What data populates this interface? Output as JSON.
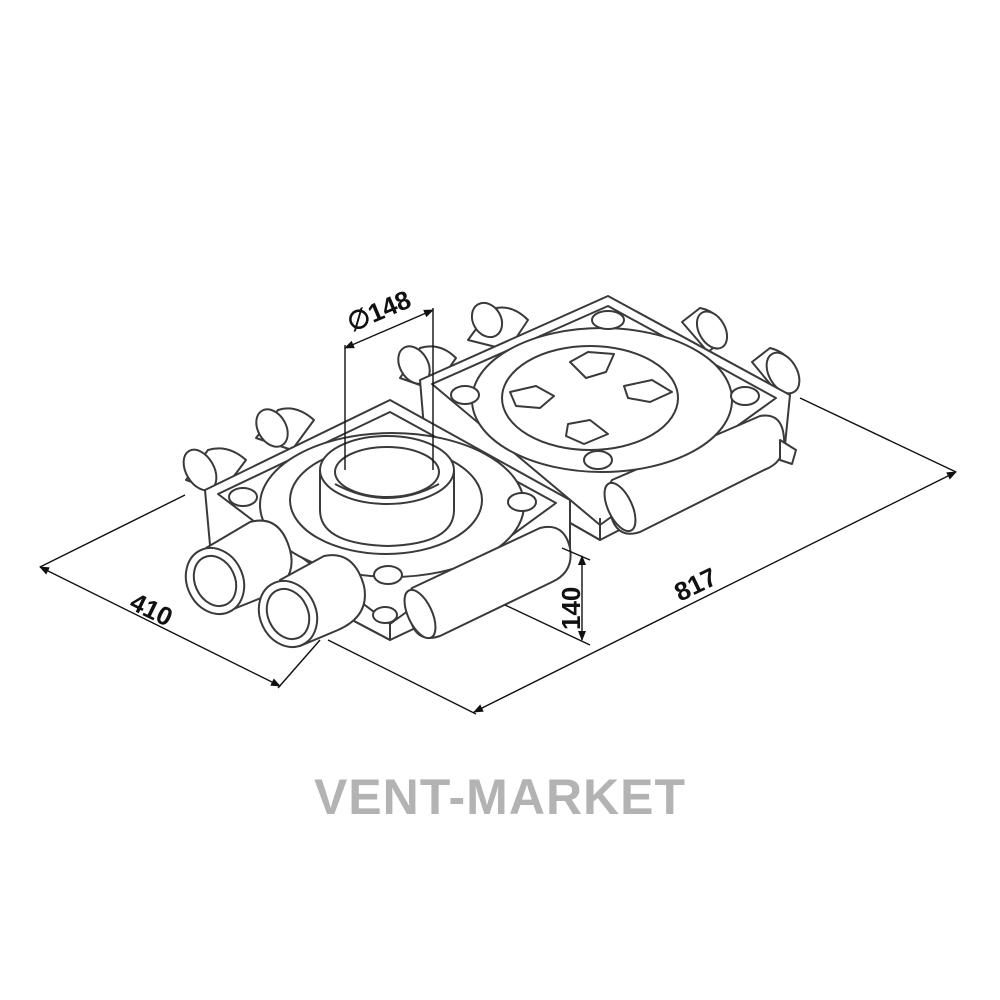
{
  "dimensions": {
    "diameter": "∅148",
    "height": "140",
    "width": "410",
    "length": "817"
  },
  "watermark": "VENT-MARKET",
  "colors": {
    "line": "#3a3a3a",
    "dim_line": "#111111",
    "watermark": "#b3b3b3"
  }
}
